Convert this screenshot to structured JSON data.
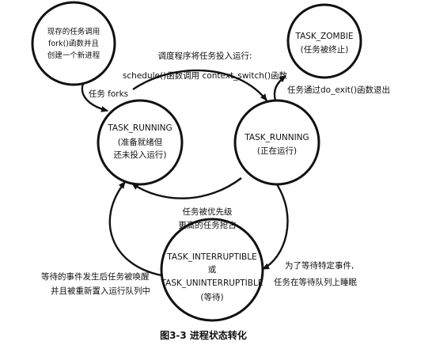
{
  "nodes": {
    "creator": {
      "lines": [
        "现存的任务调用",
        "fork()函数并且",
        "创建一个新进程"
      ]
    },
    "zombie": {
      "lines": [
        "TASK_ZOMBIE",
        "(任务被终止)"
      ]
    },
    "ready": {
      "lines": [
        "TASK_RUNNING",
        "(准备就绪但",
        "还未投入运行)"
      ]
    },
    "running": {
      "lines": [
        "TASK_RUNNING",
        "(正在运行)"
      ]
    },
    "waiting": {
      "lines": [
        "TASK_INTERRUPTIBLE",
        "或",
        "TASK_UNINTERRUPTIBLE",
        "(等待)"
      ]
    }
  },
  "edges": {
    "fork": {
      "lines": [
        "任务 forks"
      ]
    },
    "schedule": {
      "lines": [
        "调度程序将任务投入运行:",
        "schedule()函数调用 context_switch()函数"
      ]
    },
    "exit": {
      "lines": [
        "任务通过do_exit()函数退出"
      ]
    },
    "preempt": {
      "lines": [
        "任务被优先级",
        "更高的任务抢占"
      ]
    },
    "sleep": {
      "lines": [
        "为了等待特定事件,",
        "任务在等待队列上睡眠"
      ]
    },
    "wake": {
      "lines": [
        "等待的事件发生后任务被唤醒",
        "并且被重新置入运行队列中"
      ]
    }
  },
  "caption": "图3-3 进程状态转化",
  "colors": {
    "stroke": "#111111",
    "background": "#ffffff"
  }
}
